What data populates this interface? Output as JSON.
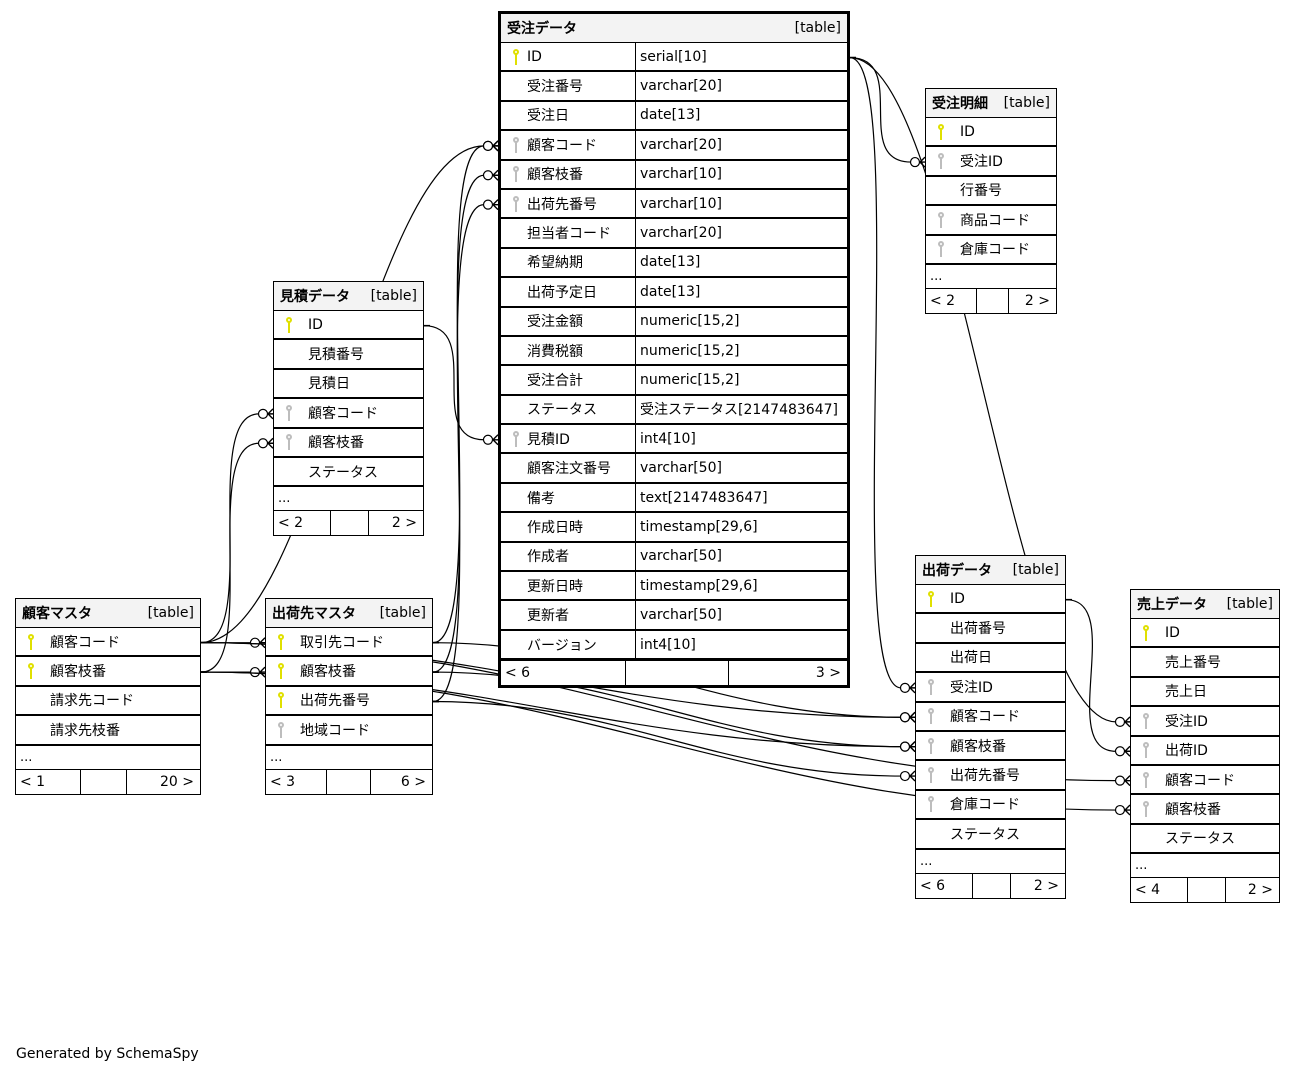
{
  "diagram": {
    "footer": "Generated by SchemaSpy",
    "colors": {
      "primary_key": "#e0e000",
      "foreign_key": "#bdbdbd",
      "header_bg": "#f3f3f3",
      "line": "#000000"
    },
    "tables": {
      "juchu": {
        "name": "受注データ",
        "kind": "[table]",
        "columns": [
          {
            "name": "ID",
            "type": "serial[10]",
            "key": "primary"
          },
          {
            "name": "受注番号",
            "type": "varchar[20]",
            "key": "none"
          },
          {
            "name": "受注日",
            "type": "date[13]",
            "key": "none"
          },
          {
            "name": "顧客コード",
            "type": "varchar[20]",
            "key": "foreign"
          },
          {
            "name": "顧客枝番",
            "type": "varchar[10]",
            "key": "foreign"
          },
          {
            "name": "出荷先番号",
            "type": "varchar[10]",
            "key": "foreign"
          },
          {
            "name": "担当者コード",
            "type": "varchar[20]",
            "key": "none"
          },
          {
            "name": "希望納期",
            "type": "date[13]",
            "key": "none"
          },
          {
            "name": "出荷予定日",
            "type": "date[13]",
            "key": "none"
          },
          {
            "name": "受注金額",
            "type": "numeric[15,2]",
            "key": "none"
          },
          {
            "name": "消費税額",
            "type": "numeric[15,2]",
            "key": "none"
          },
          {
            "name": "受注合計",
            "type": "numeric[15,2]",
            "key": "none"
          },
          {
            "name": "ステータス",
            "type": "受注ステータス[2147483647]",
            "key": "none"
          },
          {
            "name": "見積ID",
            "type": "int4[10]",
            "key": "foreign"
          },
          {
            "name": "顧客注文番号",
            "type": "varchar[50]",
            "key": "none"
          },
          {
            "name": "備考",
            "type": "text[2147483647]",
            "key": "none"
          },
          {
            "name": "作成日時",
            "type": "timestamp[29,6]",
            "key": "none"
          },
          {
            "name": "作成者",
            "type": "varchar[50]",
            "key": "none"
          },
          {
            "name": "更新日時",
            "type": "timestamp[29,6]",
            "key": "none"
          },
          {
            "name": "更新者",
            "type": "varchar[50]",
            "key": "none"
          },
          {
            "name": "バージョン",
            "type": "int4[10]",
            "key": "none"
          }
        ],
        "more": "",
        "nav": {
          "prev": "< 6",
          "next": "3 >"
        }
      },
      "juchu_meisai": {
        "name": "受注明細",
        "kind": "[table]",
        "columns": [
          {
            "name": "ID",
            "key": "primary"
          },
          {
            "name": "受注ID",
            "key": "foreign"
          },
          {
            "name": "行番号",
            "key": "none"
          },
          {
            "name": "商品コード",
            "key": "foreign"
          },
          {
            "name": "倉庫コード",
            "key": "foreign"
          }
        ],
        "more": "...",
        "nav": {
          "prev": "< 2",
          "next": "2 >"
        }
      },
      "mitsumori": {
        "name": "見積データ",
        "kind": "[table]",
        "columns": [
          {
            "name": "ID",
            "key": "primary"
          },
          {
            "name": "見積番号",
            "key": "none"
          },
          {
            "name": "見積日",
            "key": "none"
          },
          {
            "name": "顧客コード",
            "key": "foreign"
          },
          {
            "name": "顧客枝番",
            "key": "foreign"
          },
          {
            "name": "ステータス",
            "key": "none"
          }
        ],
        "more": "...",
        "nav": {
          "prev": "< 2",
          "next": "2 >"
        }
      },
      "kokyaku": {
        "name": "顧客マスタ",
        "kind": "[table]",
        "columns": [
          {
            "name": "顧客コード",
            "key": "primary"
          },
          {
            "name": "顧客枝番",
            "key": "primary"
          },
          {
            "name": "請求先コード",
            "key": "none"
          },
          {
            "name": "請求先枝番",
            "key": "none"
          }
        ],
        "more": "...",
        "nav": {
          "prev": "< 1",
          "next": "20 >"
        }
      },
      "shukkasaki": {
        "name": "出荷先マスタ",
        "kind": "[table]",
        "columns": [
          {
            "name": "取引先コード",
            "key": "primary"
          },
          {
            "name": "顧客枝番",
            "key": "primary"
          },
          {
            "name": "出荷先番号",
            "key": "primary"
          },
          {
            "name": "地域コード",
            "key": "foreign"
          }
        ],
        "more": "...",
        "nav": {
          "prev": "< 3",
          "next": "6 >"
        }
      },
      "shukka": {
        "name": "出荷データ",
        "kind": "[table]",
        "columns": [
          {
            "name": "ID",
            "key": "primary"
          },
          {
            "name": "出荷番号",
            "key": "none"
          },
          {
            "name": "出荷日",
            "key": "none"
          },
          {
            "name": "受注ID",
            "key": "foreign"
          },
          {
            "name": "顧客コード",
            "key": "foreign"
          },
          {
            "name": "顧客枝番",
            "key": "foreign"
          },
          {
            "name": "出荷先番号",
            "key": "foreign"
          },
          {
            "name": "倉庫コード",
            "key": "foreign"
          },
          {
            "name": "ステータス",
            "key": "none"
          }
        ],
        "more": "...",
        "nav": {
          "prev": "< 6",
          "next": "2 >"
        }
      },
      "uriage": {
        "name": "売上データ",
        "kind": "[table]",
        "columns": [
          {
            "name": "ID",
            "key": "primary"
          },
          {
            "name": "売上番号",
            "key": "none"
          },
          {
            "name": "売上日",
            "key": "none"
          },
          {
            "name": "受注ID",
            "key": "foreign"
          },
          {
            "name": "出荷ID",
            "key": "foreign"
          },
          {
            "name": "顧客コード",
            "key": "foreign"
          },
          {
            "name": "顧客枝番",
            "key": "foreign"
          },
          {
            "name": "ステータス",
            "key": "none"
          }
        ],
        "more": "...",
        "nav": {
          "prev": "< 4",
          "next": "2 >"
        }
      }
    },
    "relationships": [
      {
        "from": "kokyaku.顧客コード",
        "to": "juchu.顧客コード"
      },
      {
        "from": "kokyaku.顧客コード",
        "to": "mitsumori.顧客コード"
      },
      {
        "from": "kokyaku.顧客枝番",
        "to": "mitsumori.顧客枝番"
      },
      {
        "from": "kokyaku.顧客コード",
        "to": "shukkasaki.取引先コード"
      },
      {
        "from": "kokyaku.顧客枝番",
        "to": "shukkasaki.顧客枝番"
      },
      {
        "from": "kokyaku.顧客コード",
        "to": "shukka.顧客コード"
      },
      {
        "from": "kokyaku.顧客枝番",
        "to": "shukka.顧客枝番"
      },
      {
        "from": "kokyaku.顧客コード",
        "to": "uriage.顧客コード"
      },
      {
        "from": "kokyaku.顧客枝番",
        "to": "uriage.顧客枝番"
      },
      {
        "from": "shukkasaki.取引先コード",
        "to": "juchu.顧客コード"
      },
      {
        "from": "shukkasaki.顧客枝番",
        "to": "juchu.顧客枝番"
      },
      {
        "from": "shukkasaki.出荷先番号",
        "to": "juchu.出荷先番号"
      },
      {
        "from": "shukkasaki.取引先コード",
        "to": "shukka.顧客コード"
      },
      {
        "from": "shukkasaki.顧客枝番",
        "to": "shukka.顧客枝番"
      },
      {
        "from": "shukkasaki.出荷先番号",
        "to": "shukka.出荷先番号"
      },
      {
        "from": "mitsumori.ID",
        "to": "juchu.見積ID"
      },
      {
        "from": "juchu.ID",
        "to": "juchu_meisai.受注ID"
      },
      {
        "from": "juchu.ID",
        "to": "shukka.受注ID"
      },
      {
        "from": "juchu.ID",
        "to": "uriage.受注ID"
      },
      {
        "from": "shukka.ID",
        "to": "uriage.出荷ID"
      }
    ]
  }
}
